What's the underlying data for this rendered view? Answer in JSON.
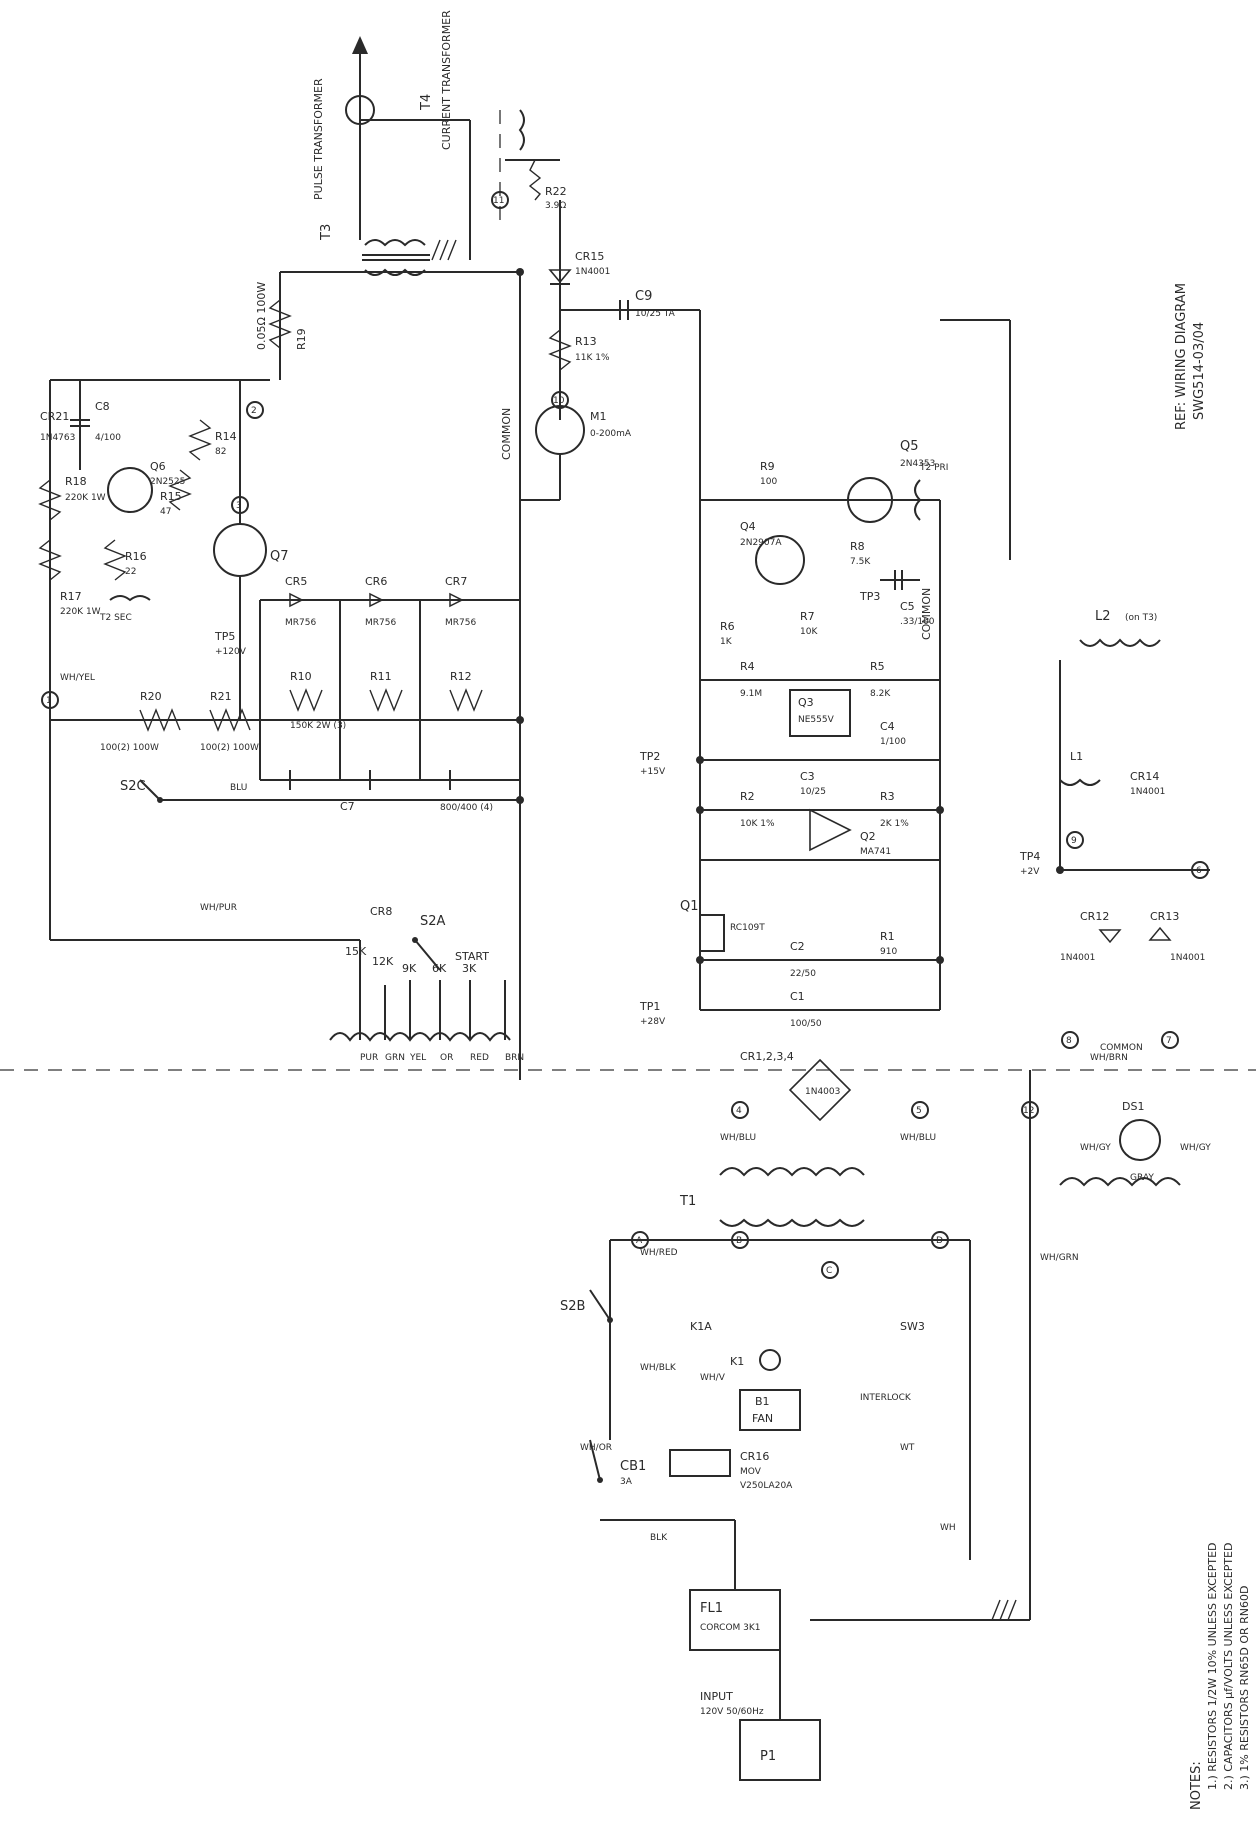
{
  "ref": {
    "line1": "REF: WIRING DIAGRAM",
    "line2": "SWG514-03/04"
  },
  "notes": {
    "title": "NOTES:",
    "n1": "1.) RESISTORS 1/2W 10% UNLESS EXCEPTED",
    "n2": "2.) CAPACITORS µf/VOLTS UNLESS EXCEPTED",
    "n3": "3.) 1% RESISTORS RN65D OR RN60D"
  },
  "transformers": {
    "t3": "T3",
    "t3_name": "PULSE TRANSFORMER",
    "t4": "T4",
    "t4_name": "CURRENT TRANSFORMER",
    "t1": "T1",
    "t2_sec": "T2 SEC",
    "t2_pri": "T2 PRI"
  },
  "components": {
    "cr21": "CR21",
    "cr21_val": "1N4763",
    "q6": "Q6",
    "q6_val": "2N2525",
    "c8": "C8",
    "c8_val": "4/100",
    "r14": "R14",
    "r14_val": "82",
    "r15": "R15",
    "r15_val": "47",
    "q7": "Q7",
    "r19": "R19",
    "r19_val": "0.05Ω 100W",
    "r18": "R18",
    "r18_val": "220K 1W",
    "r16": "R16",
    "r16_val": "22",
    "r17": "R17",
    "r17_val": "220K 1W",
    "tp5": "TP5",
    "tp5_val": "+120V",
    "r20": "R20",
    "r20_val": "100(2) 100W",
    "r21": "R21",
    "r21_val": "100(2) 100W",
    "cr5": "CR5",
    "cr5_val": "MR756",
    "cr6": "CR6",
    "cr6_val": "MR756",
    "cr7": "CR7",
    "cr7_val": "MR756",
    "r10": "R10",
    "r10_val": "150K 2W (3)",
    "r11": "R11",
    "r12": "R12",
    "c7": "C7",
    "c7_val": "800/400 (4)",
    "s2c": "S2C",
    "cr15": "CR15",
    "cr15_val": "1N4001",
    "c9": "C9",
    "c9_val": "10/25 TA",
    "r22": "R22",
    "r22_val": "3.9Ω",
    "r13": "R13",
    "r13_val": "11K 1%",
    "m1": "M1",
    "m1_val": "0-200mA",
    "common": "COMMON",
    "r9": "R9",
    "r9_val": "100",
    "q5": "Q5",
    "q5_val": "2N4353",
    "q4": "Q4",
    "q4_val": "2N2907A",
    "r8": "R8",
    "r8_val": "7.5K",
    "c5": "C5",
    "c5_val": ".33/100",
    "tp3": "TP3",
    "r6": "R6",
    "r6_val": "1K",
    "r7": "R7",
    "r7_val": "10K",
    "r4": "R4",
    "r4_val": "9.1M",
    "r5": "R5",
    "r5_val": "8.2K",
    "q3": "Q3",
    "q3_val": "NE555V",
    "c4": "C4",
    "c4_val": "1/100",
    "tp2": "TP2",
    "tp2_val": "+15V",
    "r2": "R2",
    "r2_val": "10K 1%",
    "c3": "C3",
    "c3_val": "10/25",
    "r3": "R3",
    "r3_val": "2K 1%",
    "q2": "Q2",
    "q2_val": "MA741",
    "q1": "Q1",
    "q1_val": "RC109T",
    "c2": "C2",
    "c2_val": "22/50",
    "r1": "R1",
    "r1_val": "910",
    "tp1": "TP1",
    "tp1_val": "+28V",
    "c1": "C1",
    "c1_val": "100/50",
    "cr1234": "CR1,2,3,4",
    "cr1234_val": "1N4003",
    "l2": "L2",
    "l2_val": "(on T3)",
    "l1": "L1",
    "cr14": "CR14",
    "cr14_val": "1N4001",
    "tp4": "TP4",
    "tp4_val": "+2V",
    "cr12": "CR12",
    "cr12_val": "1N4001",
    "cr13": "CR13",
    "cr13_val": "1N4001",
    "ds1": "DS1",
    "s2a": "S2A",
    "cr8": "CR8",
    "start": "START",
    "s2b": "S2B",
    "cb1": "CB1",
    "cb1_val": "3A",
    "k1": "K1",
    "k1a": "K1A",
    "b1": "B1",
    "fan": "FAN",
    "sw3": "SW3",
    "cr16": "CR16",
    "cr16_mov": "MOV",
    "cr16_val": "V250LA20A",
    "fl1": "FL1",
    "fl1_val": "CORCOM 3K1",
    "p1": "P1",
    "input": "INPUT",
    "input_val": "120V 50/60Hz"
  },
  "taps": {
    "k15": "15K",
    "k12": "12K",
    "k9": "9K",
    "k6": "6K",
    "k3": "3K"
  },
  "wires": {
    "pur": "PUR",
    "grn": "GRN",
    "yel": "YEL",
    "or": "OR",
    "red": "RED",
    "brn": "BRN",
    "wh_blu": "WH/BLU",
    "wh_grn": "WH/GRN",
    "wh_pur": "WH/PUR",
    "wh_yel": "WH/YEL",
    "wh_or": "WH/OR",
    "wh_blk": "WH/BLK",
    "wh_gy": "WH/GY",
    "wh_brn": "WH/BRN",
    "wh_red": "WH/RED",
    "wh_v": "WH/V",
    "gray": "GRAY",
    "blk": "BLK",
    "wh": "WH",
    "blu": "BLU",
    "interlock": "INTERLOCK",
    "wt": "WT"
  },
  "nodes": [
    "1",
    "2",
    "3",
    "4",
    "5",
    "6",
    "7",
    "8",
    "9",
    "10",
    "11",
    "12",
    "A",
    "B",
    "C",
    "D"
  ]
}
